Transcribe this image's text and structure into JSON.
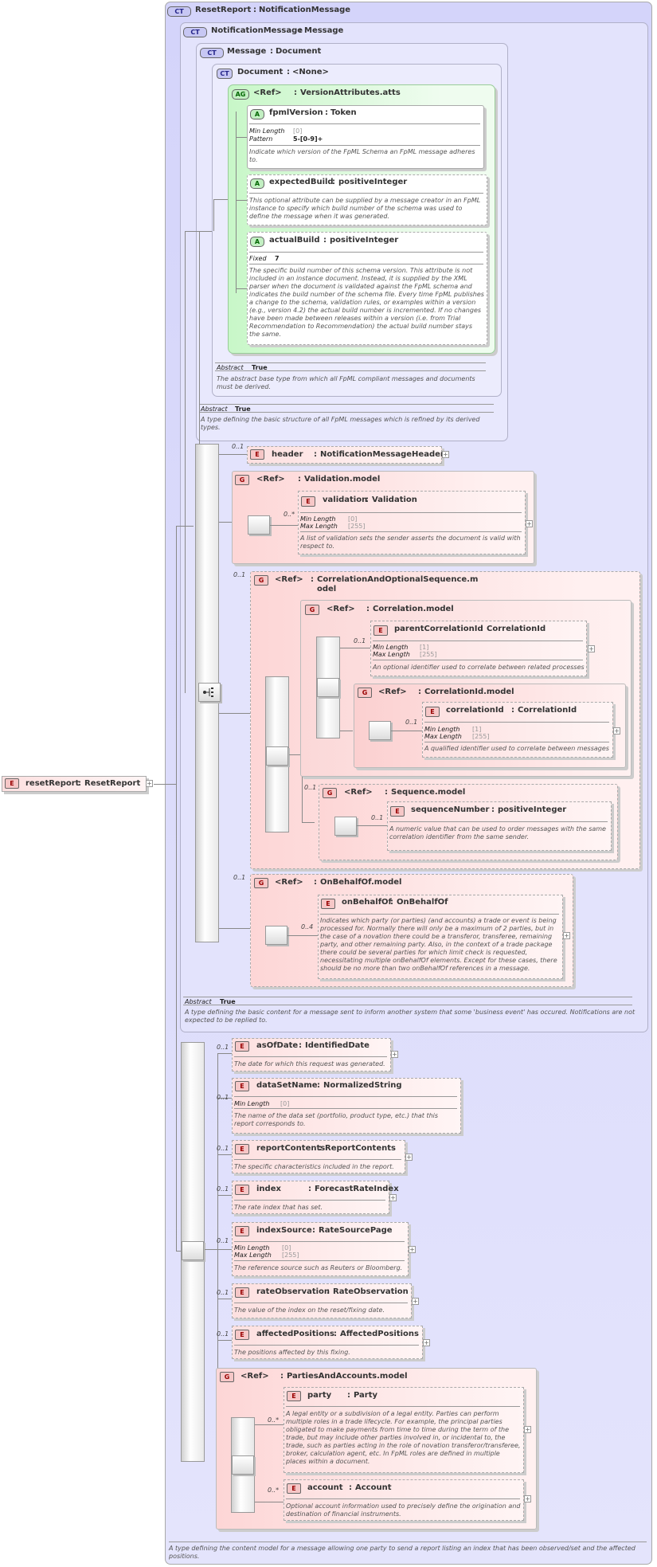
{
  "root": {
    "badge": "E",
    "name": "resetReport",
    "type": "ResetReport"
  },
  "ct_reset": {
    "badge": "CT",
    "name": "ResetReport",
    "type": "NotificationMessage",
    "doc": "A type defining the content model for a message allowing one party to send a report listing an index that has been observed/set and the affected positions."
  },
  "ct_notification": {
    "badge": "CT",
    "name": "NotificationMessage",
    "type": "Message",
    "abstract_label": "Abstract",
    "abstract_value": "True",
    "doc": "A type defining the basic content for a message sent to inform another system that some 'business event' has occured. Notifications are not expected to be replied to."
  },
  "ct_message": {
    "badge": "CT",
    "name": "Message",
    "type": "Document",
    "abstract_label": "Abstract",
    "abstract_value": "True",
    "doc": "A type defining the basic structure of all FpML messages which is refined by its derived types."
  },
  "ct_document": {
    "badge": "CT",
    "name": "Document",
    "type": "<None>",
    "abstract_label": "Abstract",
    "abstract_value": "True",
    "doc": "The abstract base type from which all FpML compliant messages and documents must be derived."
  },
  "ag_version": {
    "badge": "AG",
    "ref": "<Ref>",
    "type": "VersionAttributes.atts"
  },
  "attr_fpml": {
    "badge": "A",
    "name": "fpmlVersion",
    "type": "Token",
    "p1_label": "Min Length",
    "p1_value": "[0]",
    "p2_label": "Pattern",
    "p2_value": "5-[0-9]+",
    "doc": "Indicate which version of the FpML Schema an FpML message adheres to."
  },
  "attr_expected": {
    "badge": "A",
    "name": "expectedBuild",
    "type": "positiveInteger",
    "doc": "This optional attribute can be supplied by a message creator in an FpML instance to specify which build number of the schema was used to define the message when it was generated."
  },
  "attr_actual": {
    "badge": "A",
    "name": "actualBuild",
    "type": "positiveInteger",
    "p1_label": "Fixed",
    "p1_value": "7",
    "doc": "The specific build number of this schema version. This attribute is not included in an instance document. Instead, it is supplied by the XML parser when the document is validated against the FpML schema and indicates the build number of the schema file. Every time FpML publishes a change to the schema, validation rules, or examples within a version (e.g., version 4.2) the actual build number is incremented. If no changes have been made between releases within a version (i.e. from Trial Recommendation to Recommendation) the actual build number stays the same."
  },
  "el_header": {
    "badge": "E",
    "name": "header",
    "type": "NotificationMessageHeader",
    "card": "0..1"
  },
  "g_validation": {
    "badge": "G",
    "ref": "<Ref>",
    "type": "Validation.model"
  },
  "el_validation": {
    "badge": "E",
    "name": "validation",
    "type": "Validation",
    "card": "0..*",
    "p1_label": "Min Length",
    "p1_value": "[0]",
    "p2_label": "Max Length",
    "p2_value": "[255]",
    "doc": "A list of validation sets the sender asserts the document is valid with respect to."
  },
  "g_corr_opt": {
    "badge": "G",
    "ref": "<Ref>",
    "type1": "CorrelationAndOptionalSequence.m",
    "type2": "odel",
    "card": "0..1"
  },
  "g_corr": {
    "badge": "G",
    "ref": "<Ref>",
    "type": "Correlation.model"
  },
  "el_parentcorr": {
    "badge": "E",
    "name": "parentCorrelationId",
    "type": "CorrelationId",
    "card": "0..1",
    "p1_label": "Min Length",
    "p1_value": "[1]",
    "p2_label": "Max Length",
    "p2_value": "[255]",
    "doc": "An optional identifier used to correlate between related processes"
  },
  "g_corrid": {
    "badge": "G",
    "ref": "<Ref>",
    "type": "CorrelationId.model"
  },
  "el_corrid": {
    "badge": "E",
    "name": "correlationId",
    "type": "CorrelationId",
    "card": "0..1",
    "p1_label": "Min Length",
    "p1_value": "[1]",
    "p2_label": "Max Length",
    "p2_value": "[255]",
    "doc": "A qualified identifier used to correlate between messages"
  },
  "g_seq": {
    "badge": "G",
    "ref": "<Ref>",
    "type": "Sequence.model",
    "card": "0..1"
  },
  "el_seqnum": {
    "badge": "E",
    "name": "sequenceNumber",
    "type": "positiveInteger",
    "card": "0..1",
    "doc": "A numeric value that can be used to order messages with the same correlation identifier from the same sender."
  },
  "g_obo": {
    "badge": "G",
    "ref": "<Ref>",
    "type": "OnBehalfOf.model",
    "card": "0..1"
  },
  "el_obo": {
    "badge": "E",
    "name": "onBehalfOf",
    "type": "OnBehalfOf",
    "card": "0..4",
    "doc": "Indicates which party (or parties) (and accounts) a trade or event is being processed for. Normally there will only be a maximum of 2 parties, but in the case of a novation there could be a transferor, transferee, remaining party, and other remaining party. Also, in the context of a trade package there could be several parties for which limit check is requested, necessitating multiple onBehalfOf elements. Except for these cases, there should be no more than two onBehalfOf references in a message."
  },
  "el_asof": {
    "badge": "E",
    "name": "asOfDate",
    "type": "IdentifiedDate",
    "card": "0..1",
    "doc": "The date for which this request was generated."
  },
  "el_dataset": {
    "badge": "E",
    "name": "dataSetName",
    "type": "NormalizedString",
    "card": "0..1",
    "p1_label": "Min Length",
    "p1_value": "[0]",
    "doc": "The name of the data set (portfolio, product type, etc.) that this report corresponds to."
  },
  "el_contents": {
    "badge": "E",
    "name": "reportContents",
    "type": "ReportContents",
    "card": "0..1",
    "doc": "The specific characteristics included in the report."
  },
  "el_index": {
    "badge": "E",
    "name": "index",
    "type": "ForecastRateIndex",
    "card": "0..1",
    "doc": "The rate index that has set."
  },
  "el_indexsrc": {
    "badge": "E",
    "name": "indexSource",
    "type": "RateSourcePage",
    "card": "0..1",
    "p1_label": "Min Length",
    "p1_value": "[0]",
    "p2_label": "Max Length",
    "p2_value": "[255]",
    "doc": "The reference source such as Reuters or Bloomberg."
  },
  "el_rateobs": {
    "badge": "E",
    "name": "rateObservation",
    "type": "RateObservation",
    "card": "0..1",
    "doc": "The value of the index on the reset/fixing date."
  },
  "el_affected": {
    "badge": "E",
    "name": "affectedPositions",
    "type": "AffectedPositions",
    "card": "0..1",
    "doc": "The positions affected by this fixing."
  },
  "g_parties": {
    "badge": "G",
    "ref": "<Ref>",
    "type": "PartiesAndAccounts.model"
  },
  "el_party": {
    "badge": "E",
    "name": "party",
    "type": "Party",
    "card": "0..*",
    "doc": "A legal entity or a subdivision of a legal entity. Parties can perform multiple roles in a trade lifecycle. For example, the principal parties obligated to make payments from time to time during the term of the trade, but may include other parties involved in, or incidental to, the trade, such as parties acting in the role of novation transferor/transferee, broker, calculation agent, etc. In FpML roles are defined in multiple places within a document."
  },
  "el_account": {
    "badge": "E",
    "name": "account",
    "type": "Account",
    "card": "0..*",
    "doc": "Optional account information used to precisely define the origination and destination of financial instruments."
  },
  "plus_symbol": "+",
  "sep": ":"
}
